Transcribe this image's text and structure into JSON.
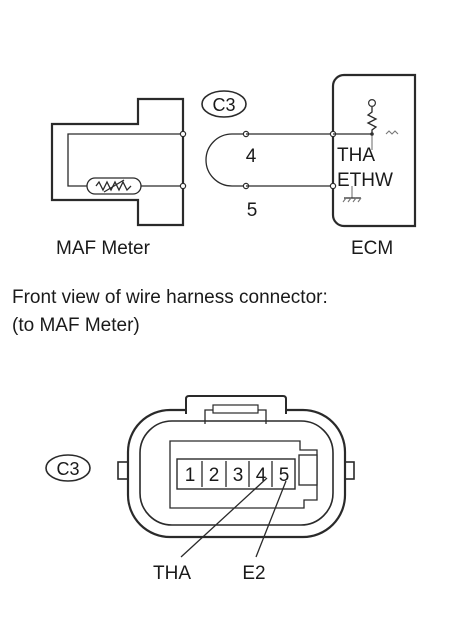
{
  "wiring": {
    "connector_id": "C3",
    "pin_top": "4",
    "pin_bottom": "5",
    "ecm_signal_top": "THA",
    "ecm_signal_bottom": "ETHW",
    "maf_label": "MAF Meter",
    "ecm_label": "ECM"
  },
  "caption": {
    "line1": "Front view of wire harness connector:",
    "line2": "(to MAF Meter)"
  },
  "connector": {
    "id": "C3",
    "pins": [
      "1",
      "2",
      "3",
      "4",
      "5"
    ],
    "callouts": [
      "THA",
      "E2"
    ]
  }
}
